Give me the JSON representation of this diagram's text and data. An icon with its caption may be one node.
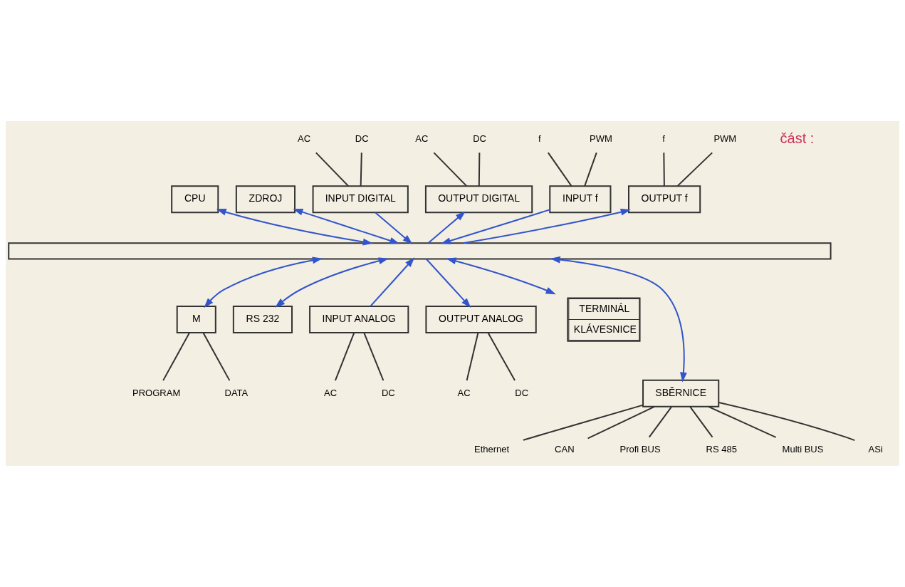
{
  "diagram": {
    "nodes": [
      {
        "text": [
          "CPU"
        ]
      },
      {
        "text": [
          "ZDROJ"
        ]
      },
      {
        "text": [
          "INPUT DIGITAL"
        ]
      },
      {
        "text": [
          "OUTPUT DIGITAL"
        ]
      },
      {
        "text": [
          "INPUT f"
        ]
      },
      {
        "text": [
          "OUTPUT f"
        ]
      },
      {
        "text": [],
        "shape": "bar"
      },
      {
        "text": [
          "M"
        ]
      },
      {
        "text": [
          "RS 232"
        ]
      },
      {
        "text": [
          "INPUT ANALOG"
        ]
      },
      {
        "text": [
          "OUTPUT ANALOG"
        ]
      },
      {
        "text": [
          "TERMINÁL",
          "KLÁVESNICE"
        ]
      },
      {
        "text": [
          "SBĚRNICE"
        ]
      },
      {
        "text": [
          "AC"
        ]
      },
      {
        "text": [
          "DC"
        ]
      },
      {
        "text": [
          "AC"
        ]
      },
      {
        "text": [
          "DC"
        ]
      },
      {
        "text": [
          "f"
        ]
      },
      {
        "text": [
          "PWM"
        ]
      },
      {
        "text": [
          "f"
        ]
      },
      {
        "text": [
          "PWM"
        ]
      },
      {
        "text": [
          "PROGRAM"
        ]
      },
      {
        "text": [
          "DATA"
        ]
      },
      {
        "text": [
          "AC"
        ]
      },
      {
        "text": [
          "DC"
        ]
      },
      {
        "text": [
          "AC"
        ]
      },
      {
        "text": [
          "DC"
        ]
      },
      {
        "text": [
          "Ethernet"
        ]
      },
      {
        "text": [
          "CAN"
        ]
      },
      {
        "text": [
          "Profi BUS"
        ]
      },
      {
        "text": [
          "RS 485"
        ]
      },
      {
        "text": [
          "Multi BUS"
        ]
      },
      {
        "text": [
          "ASi"
        ]
      }
    ],
    "edges": [
      {
        "from": 0,
        "to": 6,
        "arrow": "both",
        "color": "#3355cc"
      },
      {
        "from": 1,
        "to": 6,
        "arrow": "both",
        "color": "#3355cc"
      },
      {
        "from": 2,
        "to": 6,
        "arrow": "to",
        "color": "#3355cc"
      },
      {
        "from": 6,
        "to": 3,
        "arrow": "to",
        "color": "#3355cc"
      },
      {
        "from": 4,
        "to": 6,
        "arrow": "to",
        "color": "#3355cc"
      },
      {
        "from": 6,
        "to": 5,
        "arrow": "to",
        "color": "#3355cc"
      },
      {
        "from": 7,
        "to": 6,
        "arrow": "both",
        "color": "#3355cc"
      },
      {
        "from": 8,
        "to": 6,
        "arrow": "both",
        "color": "#3355cc"
      },
      {
        "from": 12,
        "to": 6,
        "arrow": "both",
        "color": "#3355cc"
      },
      {
        "from": 9,
        "to": 6,
        "arrow": "to",
        "color": "#3355cc"
      },
      {
        "from": 6,
        "to": 10,
        "arrow": "to",
        "color": "#3355cc"
      },
      {
        "from": 11,
        "to": 6,
        "arrow": "both",
        "color": "#3355cc"
      },
      {
        "from": 13,
        "to": 2,
        "arrow": "none"
      },
      {
        "from": 14,
        "to": 2,
        "arrow": "none"
      },
      {
        "from": 15,
        "to": 3,
        "arrow": "none"
      },
      {
        "from": 16,
        "to": 3,
        "arrow": "none"
      },
      {
        "from": 17,
        "to": 4,
        "arrow": "none"
      },
      {
        "from": 18,
        "to": 4,
        "arrow": "none"
      },
      {
        "from": 19,
        "to": 5,
        "arrow": "none"
      },
      {
        "from": 20,
        "to": 5,
        "arrow": "none"
      },
      {
        "from": 7,
        "to": 21,
        "arrow": "none"
      },
      {
        "from": 7,
        "to": 22,
        "arrow": "none"
      },
      {
        "from": 9,
        "to": 23,
        "arrow": "none"
      },
      {
        "from": 9,
        "to": 24,
        "arrow": "none"
      },
      {
        "from": 10,
        "to": 25,
        "arrow": "none"
      },
      {
        "from": 10,
        "to": 26,
        "arrow": "none"
      },
      {
        "from": 12,
        "to": 27,
        "arrow": "none"
      },
      {
        "from": 12,
        "to": 28,
        "arrow": "none"
      },
      {
        "from": 12,
        "to": 29,
        "arrow": "none"
      },
      {
        "from": 12,
        "to": 30,
        "arrow": "none"
      },
      {
        "from": 12,
        "to": 31,
        "arrow": "none"
      },
      {
        "from": 12,
        "to": 32,
        "arrow": "none"
      }
    ],
    "labels": [
      "část :"
    ]
  }
}
